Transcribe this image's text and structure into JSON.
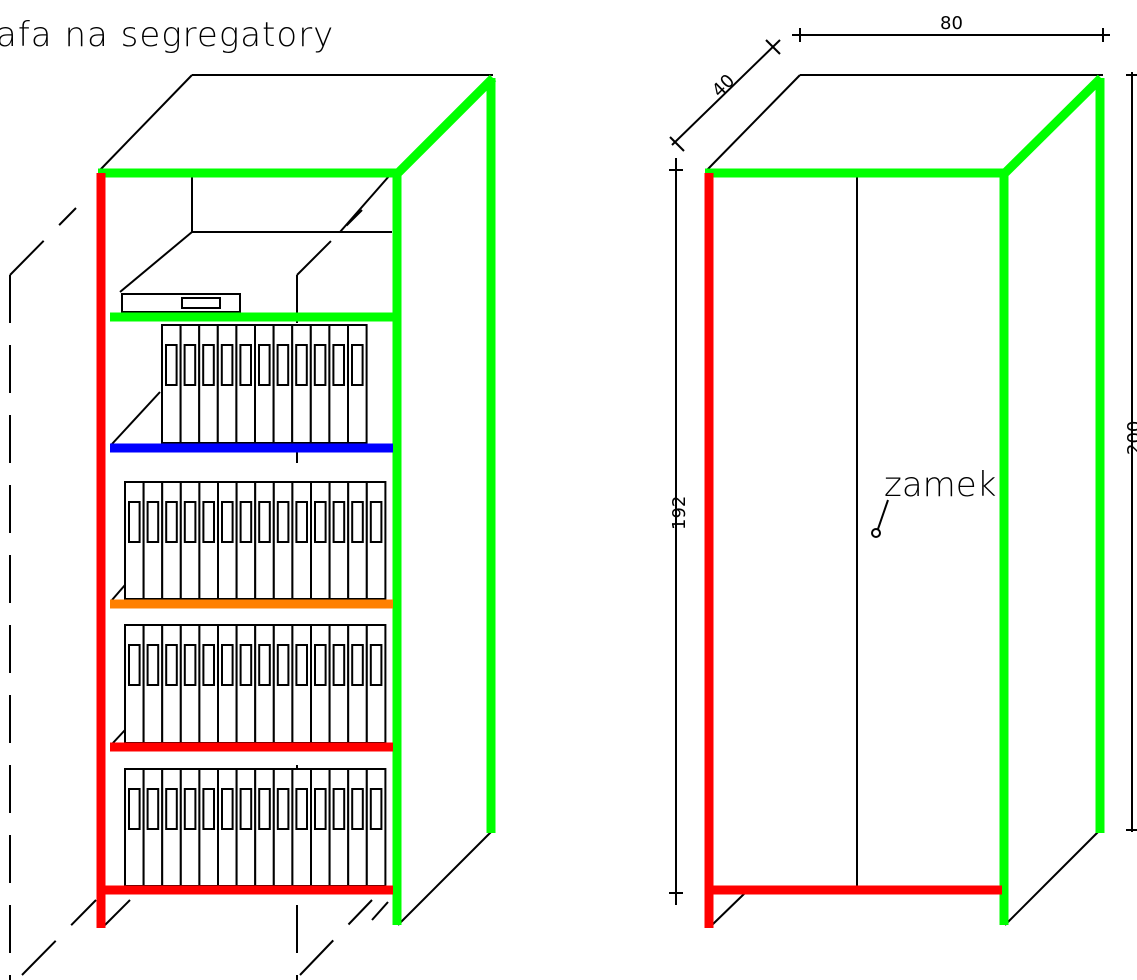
{
  "title": "afa na segregatory",
  "dimensions": {
    "width": "80",
    "depth": "40",
    "inner_height": "192",
    "total_height": "200"
  },
  "callout": "zamek",
  "colors": {
    "red": "#ff0000",
    "green": "#00ff00",
    "blue": "#0000ff",
    "orange": "#ff8000",
    "line": "#000000"
  }
}
